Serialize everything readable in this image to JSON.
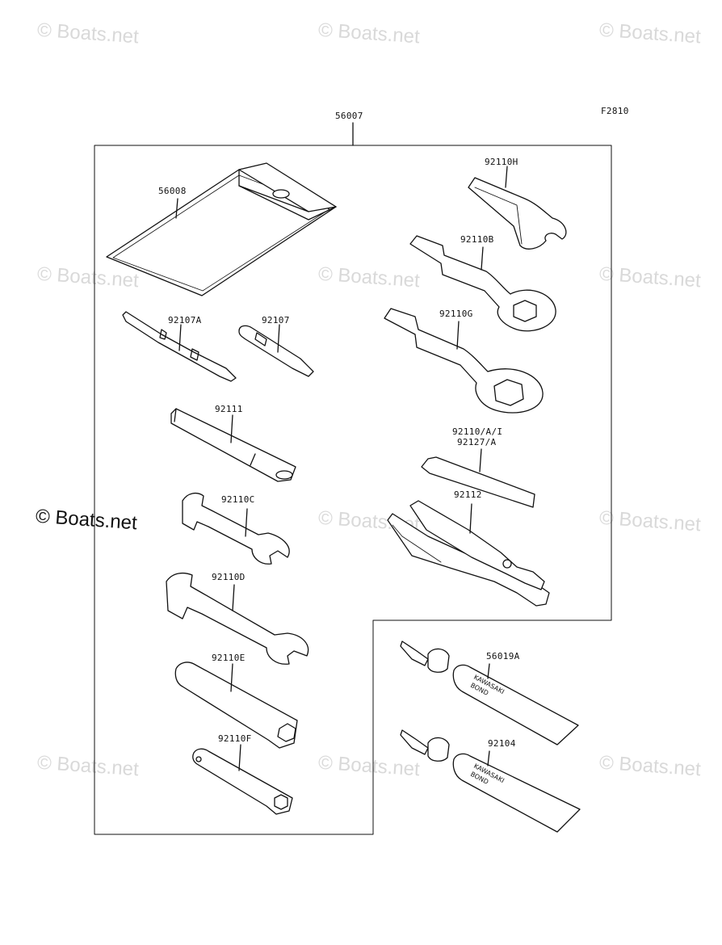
{
  "watermark": {
    "text": "© Boats.net"
  },
  "figure_code": "F2810",
  "parts": {
    "p56007": "56007",
    "p56008": "56008",
    "p92110H": "92110H",
    "p92110B": "92110B",
    "p92107A": "92107A",
    "p92107": "92107",
    "p92110G": "92110G",
    "p92111": "92111",
    "p92110AI": "92110/A/I",
    "p92127A": "92127/A",
    "p92110C": "92110C",
    "p92112": "92112",
    "p92110D": "92110D",
    "p56019A": "56019A",
    "p92110E": "92110E",
    "p92104": "92104",
    "p92110F": "92110F"
  },
  "tube_print": {
    "brand": "KAWASAKI",
    "product": "BOND"
  }
}
